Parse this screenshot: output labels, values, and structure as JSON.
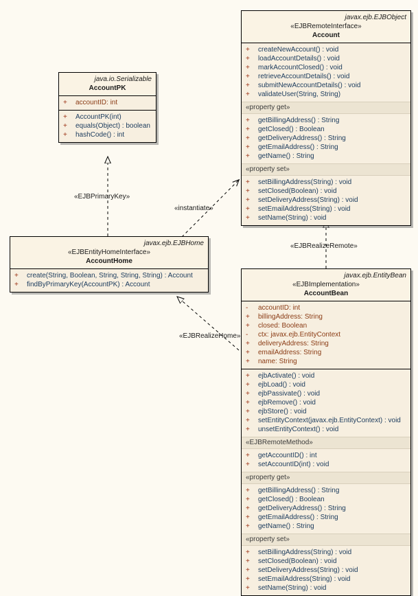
{
  "diagram": {
    "type": "uml-class-diagram",
    "background_color": "#fdfaf2",
    "class_fill_color": "#faf3e4",
    "class_border_color": "#000000",
    "group_fill_color": "#ece4d2"
  },
  "classes": {
    "account_pk": {
      "qualifier": "java.io.Serializable",
      "stereotype": "",
      "name": "AccountPK",
      "attributes": [
        {
          "visibility": "+",
          "signature": "accountID:  int"
        }
      ],
      "operations": [
        {
          "visibility": "+",
          "signature": "AccountPK(int)"
        },
        {
          "visibility": "+",
          "signature": "equals(Object) : boolean"
        },
        {
          "visibility": "+",
          "signature": "hashCode() : int"
        }
      ]
    },
    "account": {
      "qualifier": "javax.ejb.EJBObject",
      "stereotype": "«EJBRemoteInterface»",
      "name": "Account",
      "operations": [
        {
          "visibility": "+",
          "signature": "createNewAccount() : void"
        },
        {
          "visibility": "+",
          "signature": "loadAccountDetails() : void"
        },
        {
          "visibility": "+",
          "signature": "markAccountClosed() : void"
        },
        {
          "visibility": "+",
          "signature": "retrieveAccountDetails() : void"
        },
        {
          "visibility": "+",
          "signature": "submitNewAccountDetails() : void"
        },
        {
          "visibility": "+",
          "signature": "validateUser(String, String)"
        }
      ],
      "group_get_label": "«property get»",
      "property_get": [
        {
          "visibility": "+",
          "signature": "getBillingAddress() : String"
        },
        {
          "visibility": "+",
          "signature": "getClosed() : Boolean"
        },
        {
          "visibility": "+",
          "signature": "getDeliveryAddress() : String"
        },
        {
          "visibility": "+",
          "signature": "getEmailAddress() : String"
        },
        {
          "visibility": "+",
          "signature": "getName() : String"
        }
      ],
      "group_set_label": "«property set»",
      "property_set": [
        {
          "visibility": "+",
          "signature": "setBillingAddress(String) : void"
        },
        {
          "visibility": "+",
          "signature": "setClosed(Boolean) : void"
        },
        {
          "visibility": "+",
          "signature": "setDeliveryAddress(String) : void"
        },
        {
          "visibility": "+",
          "signature": "setEmailAddress(String) : void"
        },
        {
          "visibility": "+",
          "signature": "setName(String) : void"
        }
      ]
    },
    "account_home": {
      "qualifier": "javax.ejb.EJBHome",
      "stereotype": "«EJBEntityHomeInterface»",
      "name": "AccountHome",
      "operations": [
        {
          "visibility": "+",
          "signature": "create(String, Boolean, String, String, String) : Account"
        },
        {
          "visibility": "+",
          "signature": "findByPrimaryKey(AccountPK) : Account"
        }
      ]
    },
    "account_bean": {
      "qualifier": "javax.ejb.EntityBean",
      "stereotype": "«EJBImplementation»",
      "name": "AccountBean",
      "attributes": [
        {
          "visibility": "-",
          "signature": "accountID:  int"
        },
        {
          "visibility": "+",
          "signature": "billingAddress:  String"
        },
        {
          "visibility": "+",
          "signature": "closed:  Boolean"
        },
        {
          "visibility": "-",
          "signature": "ctx:  javax.ejb.EntityContext"
        },
        {
          "visibility": "+",
          "signature": "deliveryAddress:  String"
        },
        {
          "visibility": "+",
          "signature": "emailAddress:  String"
        },
        {
          "visibility": "+",
          "signature": "name:  String"
        }
      ],
      "operations": [
        {
          "visibility": "+",
          "signature": "ejbActivate() : void"
        },
        {
          "visibility": "+",
          "signature": "ejbLoad() : void"
        },
        {
          "visibility": "+",
          "signature": "ejbPassivate() : void"
        },
        {
          "visibility": "+",
          "signature": "ejbRemove() : void"
        },
        {
          "visibility": "+",
          "signature": "ejbStore() : void"
        },
        {
          "visibility": "+",
          "signature": "setEntityContext(javax.ejb.EntityContext) : void"
        },
        {
          "visibility": "+",
          "signature": "unsetEntityContext() : void"
        }
      ],
      "group_remote_label": "«EJBRemoteMethod»",
      "remote_methods": [
        {
          "visibility": "+",
          "signature": "getAccountID() : int"
        },
        {
          "visibility": "+",
          "signature": "setAccountID(int) : void"
        }
      ],
      "group_get_label": "«property get»",
      "property_get": [
        {
          "visibility": "+",
          "signature": "getBillingAddress() : String"
        },
        {
          "visibility": "+",
          "signature": "getClosed() : Boolean"
        },
        {
          "visibility": "+",
          "signature": "getDeliveryAddress() : String"
        },
        {
          "visibility": "+",
          "signature": "getEmailAddress() : String"
        },
        {
          "visibility": "+",
          "signature": "getName() : String"
        }
      ],
      "group_set_label": "«property set»",
      "property_set": [
        {
          "visibility": "+",
          "signature": "setBillingAddress(String) : void"
        },
        {
          "visibility": "+",
          "signature": "setClosed(Boolean) : void"
        },
        {
          "visibility": "+",
          "signature": "setDeliveryAddress(String) : void"
        },
        {
          "visibility": "+",
          "signature": "setEmailAddress(String) : void"
        },
        {
          "visibility": "+",
          "signature": "setName(String) : void"
        }
      ]
    }
  },
  "connectors": {
    "primary_key": {
      "label": "«EJBPrimaryKey»",
      "from": "AccountHome",
      "to": "AccountPK",
      "style": "dashed-hollow-triangle"
    },
    "instantiate": {
      "label": "«instantiate»",
      "from": "AccountHome",
      "to": "Account",
      "style": "dashed-open-arrow"
    },
    "realize_remote": {
      "label": "«EJBRealizeRemote»",
      "from": "AccountBean",
      "to": "Account",
      "style": "dashed-hollow-triangle"
    },
    "realize_home": {
      "label": "«EJBRealizeHome»",
      "from": "AccountBean",
      "to": "AccountHome",
      "style": "dashed-hollow-triangle"
    }
  }
}
